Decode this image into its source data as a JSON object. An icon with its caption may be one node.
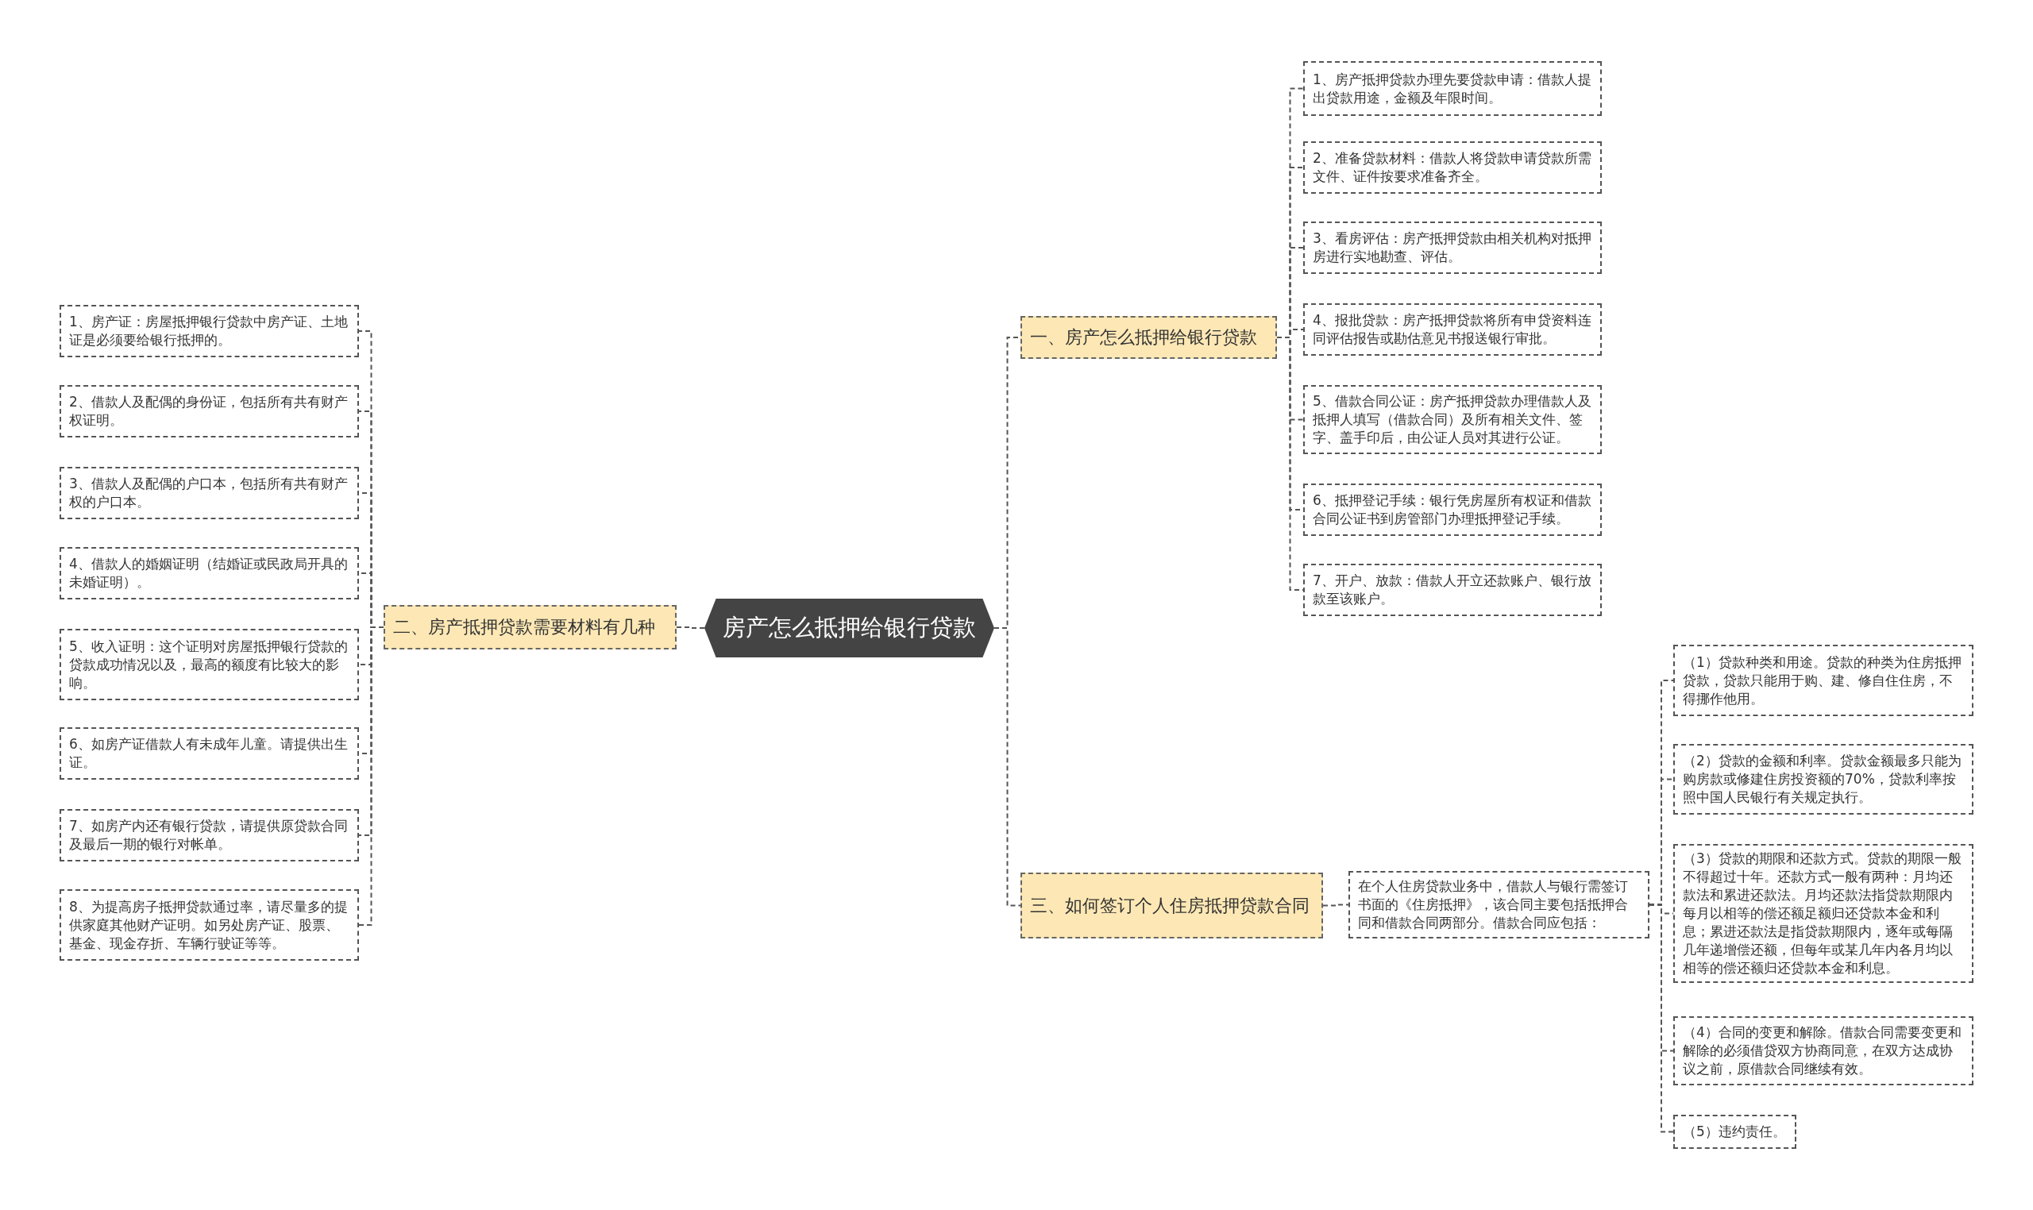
{
  "diagram": {
    "nodes": [
      {
        "text": [
          "房产怎么抵押给银行贷款"
        ]
      },
      {
        "text": [
          "一、房产怎么抵押给银行贷款"
        ]
      },
      {
        "text": [
          "二、房产抵押贷款需要材料有几种"
        ]
      },
      {
        "text": [
          "三、如何签订个人住房抵押贷款合同"
        ]
      },
      {
        "text": [
          "1、房产抵押贷款办理先要贷款申请：借款人提出贷款用途，金额及年限时间。"
        ]
      },
      {
        "text": [
          "2、准备贷款材料：借款人将贷款申请贷款所需文件、证件按要求准备齐全。"
        ]
      },
      {
        "text": [
          "3、看房评估：房产抵押贷款由相关机构对抵押房进行实地勘查、评估。"
        ]
      },
      {
        "text": [
          "4、报批贷款：房产抵押贷款将所有申贷资料连同评估报告或勘估意见书报送银行审批。"
        ]
      },
      {
        "text": [
          "5、借款合同公证：房产抵押贷款办理借款人及抵押人填写（借款合同）及所有相关文件、签字、盖手印后，由公证人员对其进行公证。"
        ]
      },
      {
        "text": [
          "6、抵押登记手续：银行凭房屋所有权证和借款合同公证书到房管部门办理抵押登记手续。"
        ]
      },
      {
        "text": [
          "7、开户、放款：借款人开立还款账户、银行放款至该账户。"
        ]
      },
      {
        "text": [
          "1、房产证：房屋抵押银行贷款中房产证、土地证是必须要给银行抵押的。"
        ]
      },
      {
        "text": [
          "2、借款人及配偶的身份证，包括所有共有财产权证明。"
        ]
      },
      {
        "text": [
          "3、借款人及配偶的户口本，包括所有共有财产权的户口本。"
        ]
      },
      {
        "text": [
          "4、借款人的婚姻证明（结婚证或民政局开具的未婚证明）。"
        ]
      },
      {
        "text": [
          "5、收入证明：这个证明对房屋抵押银行贷款的贷款成功情况以及，最高的额度有比较大的影响。"
        ]
      },
      {
        "text": [
          "6、如房产证借款人有未成年儿童。请提供出生证。"
        ]
      },
      {
        "text": [
          "7、如房产内还有银行贷款，请提供原贷款合同及最后一期的银行对帐单。"
        ]
      },
      {
        "text": [
          "8、为提高房子抵押贷款通过率，请尽量多的提供家庭其他财产证明。如另处房产证、股票、基金、现金存折、车辆行驶证等等。"
        ]
      },
      {
        "text": [
          "在个人住房贷款业务中，借款人与银行需签订书面的《住房抵押》，该合同主要包括抵押合同和借款合同两部分。借款合同应包括："
        ]
      },
      {
        "text": [
          "（1）贷款种类和用途。贷款的种类为住房抵押贷款，贷款只能用于购、建、修自住住房，不得挪作他用。"
        ]
      },
      {
        "text": [
          "（2）贷款的金额和利率。贷款金额最多只能为购房款或修建住房投资额的70%，贷款利率按照中国人民银行有关规定执行。"
        ]
      },
      {
        "text": [
          "（3）贷款的期限和还款方式。贷款的期限一般不得超过十年。还款方式一般有两种：月均还款法和累进还款法。月均还款法指贷款期限内每月以相等的偿还额足额归还贷款本金和利息；累进还款法是指贷款期限内，逐年或每隔几年递增偿还额，但每年或某几年内各月均以相等的偿还额归还贷款本金和利息。"
        ]
      },
      {
        "text": [
          "（4）合同的变更和解除。借款合同需要变更和解除的必须借贷双方协商同意，在双方达成协议之前，原借款合同继续有效。"
        ]
      },
      {
        "text": [
          "（5）违约责任。"
        ]
      }
    ],
    "edges": [
      {
        "from": 0,
        "to": 1,
        "arrow": "none"
      },
      {
        "from": 0,
        "to": 2,
        "arrow": "none"
      },
      {
        "from": 0,
        "to": 3,
        "arrow": "none"
      },
      {
        "from": 1,
        "to": 4,
        "arrow": "none"
      },
      {
        "from": 1,
        "to": 5,
        "arrow": "none"
      },
      {
        "from": 1,
        "to": 6,
        "arrow": "none"
      },
      {
        "from": 1,
        "to": 7,
        "arrow": "none"
      },
      {
        "from": 1,
        "to": 8,
        "arrow": "none"
      },
      {
        "from": 1,
        "to": 9,
        "arrow": "none"
      },
      {
        "from": 1,
        "to": 10,
        "arrow": "none"
      },
      {
        "from": 2,
        "to": 11,
        "arrow": "none"
      },
      {
        "from": 2,
        "to": 12,
        "arrow": "none"
      },
      {
        "from": 2,
        "to": 13,
        "arrow": "none"
      },
      {
        "from": 2,
        "to": 14,
        "arrow": "none"
      },
      {
        "from": 2,
        "to": 15,
        "arrow": "none"
      },
      {
        "from": 2,
        "to": 16,
        "arrow": "none"
      },
      {
        "from": 2,
        "to": 17,
        "arrow": "none"
      },
      {
        "from": 2,
        "to": 18,
        "arrow": "none"
      },
      {
        "from": 3,
        "to": 19,
        "arrow": "none"
      },
      {
        "from": 19,
        "to": 20,
        "arrow": "none"
      },
      {
        "from": 19,
        "to": 21,
        "arrow": "none"
      },
      {
        "from": 19,
        "to": 22,
        "arrow": "none"
      },
      {
        "from": 19,
        "to": 23,
        "arrow": "none"
      },
      {
        "from": 19,
        "to": 24,
        "arrow": "none"
      }
    ]
  }
}
